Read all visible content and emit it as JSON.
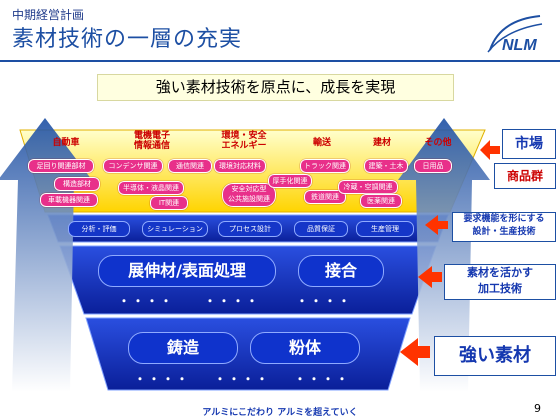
{
  "header": {
    "subtitle": "中期経営計画",
    "title": "素材技術の一層の充実",
    "tagline": "強い素材技術を原点に、成長を実現"
  },
  "markets": [
    {
      "label": "自動車"
    },
    {
      "label": "電機電子\n情報通信"
    },
    {
      "label": "環境・安全\nエネルギー"
    },
    {
      "label": "輸送"
    },
    {
      "label": "建材"
    },
    {
      "label": "その他"
    }
  ],
  "products": [
    "足回り関連部材",
    "コンデンサ関連",
    "通信関連",
    "環境対応材料",
    "トラック関連",
    "建築・土木",
    "日用品",
    "構造部材",
    "車載機器関連",
    "半導体・液晶関連",
    "IT関連",
    "安全対応型\n公共施設関連",
    "厚手化関連",
    "鉄道関連",
    "冷蔵・空調関連",
    "医薬関連"
  ],
  "processes": [
    "分析・評価",
    "シミュレーション",
    "プロセス設計",
    "品質保証",
    "生産管理"
  ],
  "tiers": {
    "middle": [
      "展伸材/表面処理",
      "接合"
    ],
    "bottom": [
      "鋳造",
      "粉体"
    ],
    "dots": "・・・・"
  },
  "side_labels": {
    "market": "市場",
    "product_group": "商品群",
    "design_production": "要求機能を形にする\n設計・生産技術",
    "processing": "素材を活かす\n加工技術",
    "strong_materials": "強い素材"
  },
  "footer": {
    "slogan": "アルミにこだわり アルミを超えていく",
    "page": "9"
  },
  "colors": {
    "brand_blue": "#1d4fa3",
    "funnel_blue": "#1536c8",
    "pill_pink": "#e8308a",
    "top_band_yellow": "#ffff66",
    "market_red": "#cc0000"
  },
  "logo": {
    "text": "NLM"
  }
}
